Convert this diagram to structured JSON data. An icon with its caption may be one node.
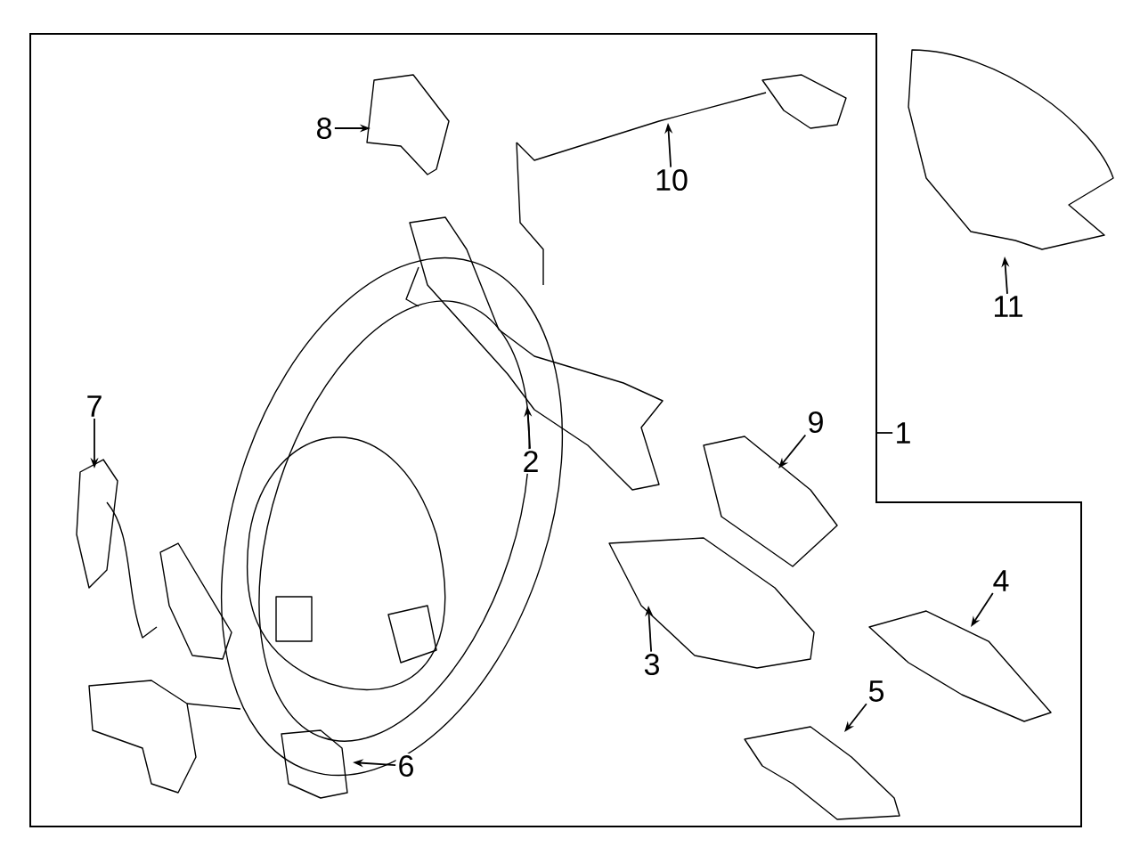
{
  "diagram": {
    "nodes": [
      {
        "text": [
          "8"
        ]
      },
      {
        "text": [
          "10"
        ]
      },
      {
        "text": [
          "11"
        ]
      },
      {
        "text": [
          "2"
        ]
      },
      {
        "text": [
          "7"
        ]
      },
      {
        "text": [
          "9"
        ]
      },
      {
        "text": [
          "1"
        ]
      },
      {
        "text": [
          "4"
        ]
      },
      {
        "text": [
          "3"
        ]
      },
      {
        "text": [
          "5"
        ]
      },
      {
        "text": [
          "6"
        ]
      }
    ],
    "edges": [
      {
        "from": 0,
        "to": null,
        "arrow": "to"
      },
      {
        "from": 1,
        "to": null,
        "arrow": "to"
      },
      {
        "from": 2,
        "to": null,
        "arrow": "to"
      },
      {
        "from": 3,
        "to": null,
        "arrow": "to"
      },
      {
        "from": 4,
        "to": null,
        "arrow": "to"
      },
      {
        "from": 5,
        "to": null,
        "arrow": "to"
      },
      {
        "from": 6,
        "to": null,
        "arrow": "none"
      },
      {
        "from": 7,
        "to": null,
        "arrow": "to"
      },
      {
        "from": 8,
        "to": null,
        "arrow": "to"
      },
      {
        "from": 9,
        "to": null,
        "arrow": "to"
      },
      {
        "from": 10,
        "to": null,
        "arrow": "to"
      }
    ]
  }
}
